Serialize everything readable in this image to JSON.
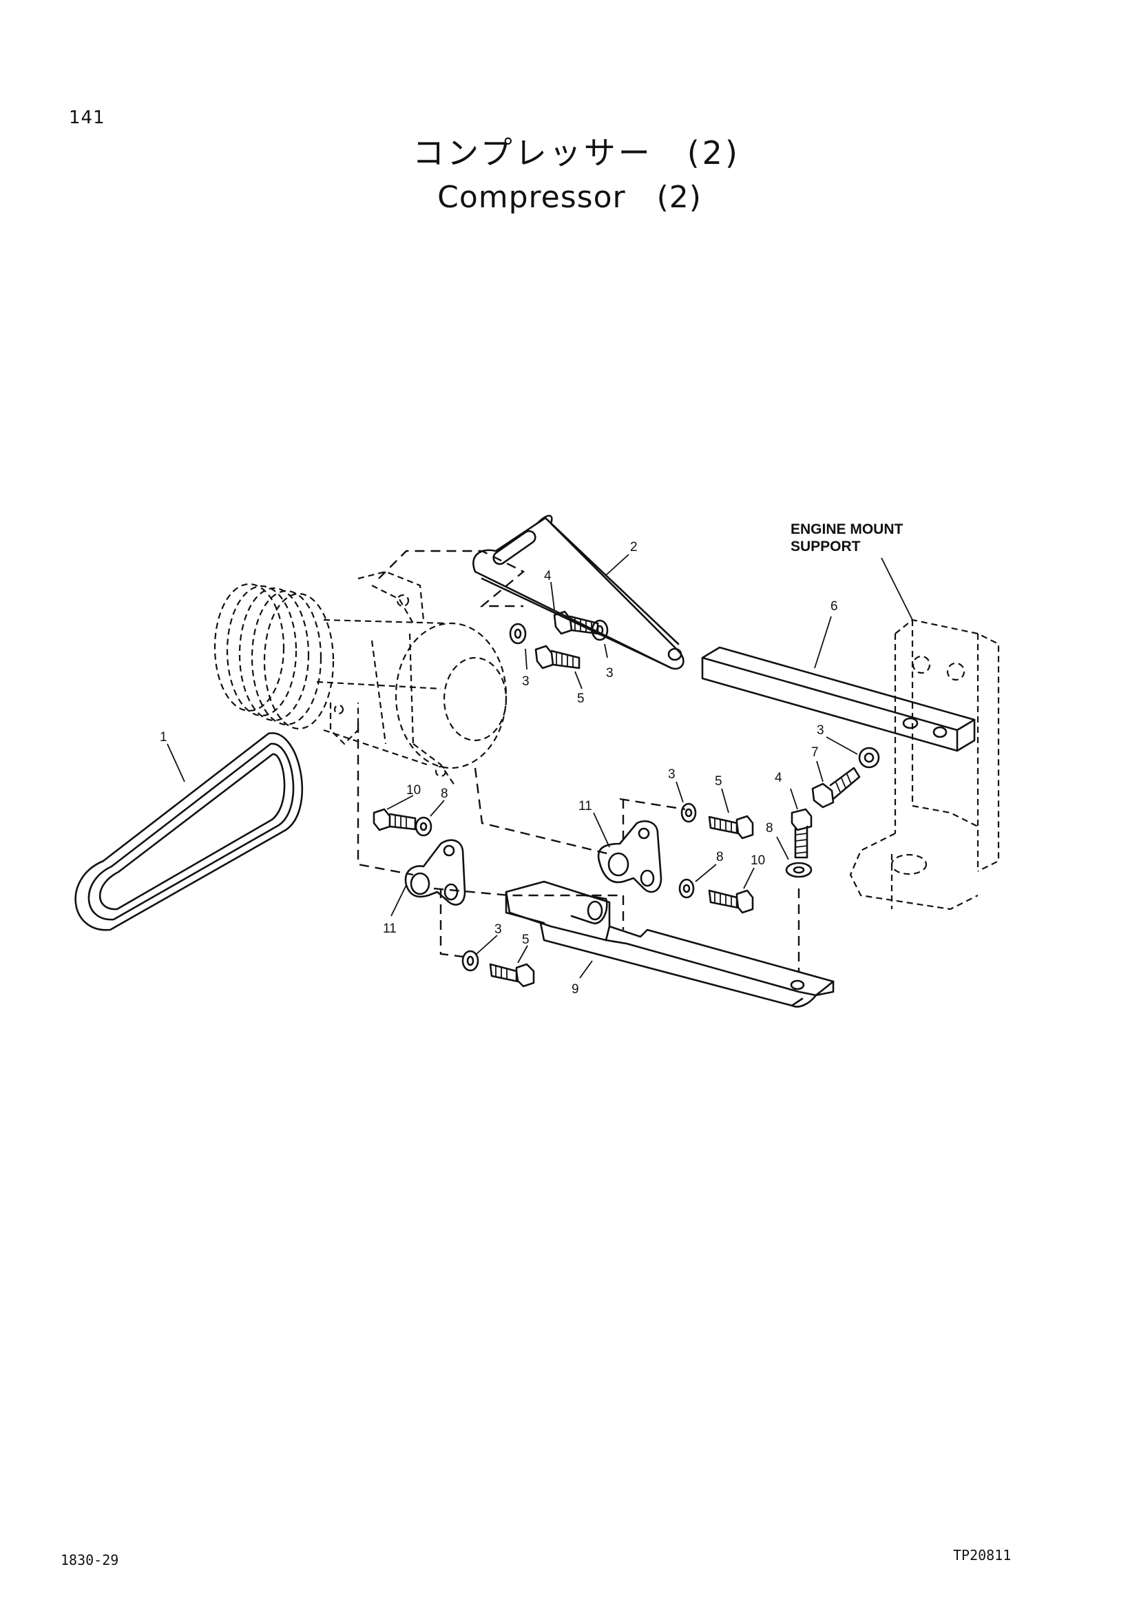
{
  "header": {
    "page_number": "141",
    "title_ja": "コンプレッサー　(2)",
    "title_en": "Compressor　(2)"
  },
  "diagram": {
    "caption_line1": "ENGINE MOUNT",
    "caption_line2": "SUPPORT",
    "callouts": {
      "belt": "1",
      "bracket_upper": "2",
      "washer_upper_left": "3",
      "washer_upper_right": "3",
      "bolt_upper_top": "4",
      "bolt_upper_bottom": "5",
      "bar": "6",
      "washer_right": "3",
      "bolt_right": "7",
      "bolt_vertical": "4",
      "washer_vertical": "8",
      "washer_mid": "3",
      "bolt_mid": "5",
      "bolt_left": "10",
      "washer_left": "8",
      "plate_right": "11",
      "washer_mid_lower": "8",
      "bolt_mid_lower": "10",
      "plate_left": "11",
      "washer_bottom": "3",
      "bolt_bottom": "5",
      "base_bracket": "9"
    }
  },
  "footer": {
    "left_code": "1830-29",
    "right_code": "TP20811"
  }
}
